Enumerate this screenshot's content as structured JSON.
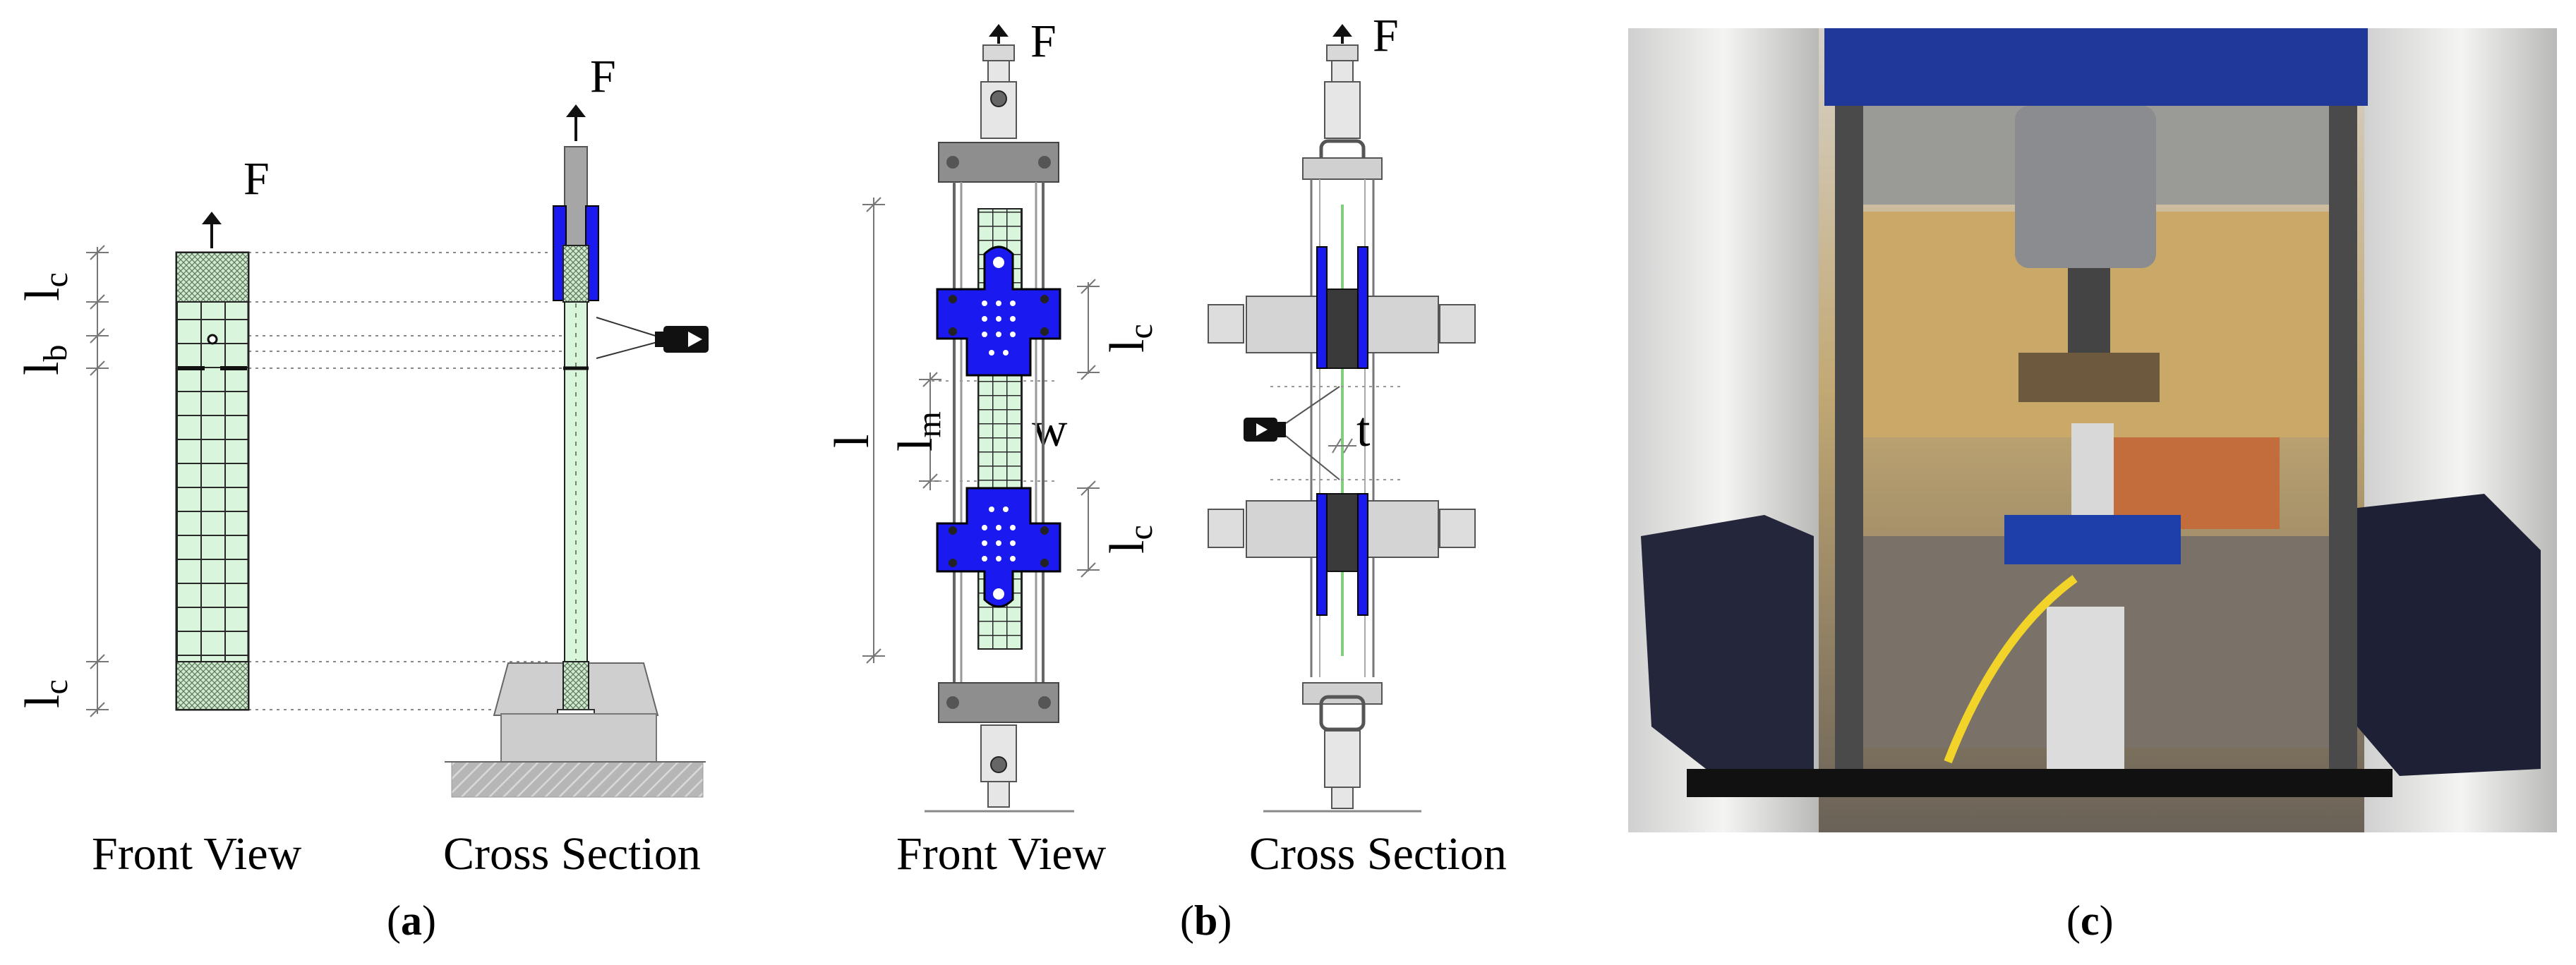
{
  "colors": {
    "fiber_fill": "#d9f5dc",
    "clamp_blue": "#1a1af0",
    "steel_gray": "#a9a9a9",
    "grid_line": "#2a2a2a",
    "photo_beige": "#c9b58a",
    "photo_blue": "#1f3fa8",
    "yellow_cable": "#f2d32a"
  },
  "icons": [
    "camera-icon",
    "arrow-up-icon"
  ],
  "panel_a": {
    "letter": "a",
    "front_view_label": "Front View",
    "cross_section_label": "Cross Section",
    "force_label": "F",
    "dim_lc_top": "l",
    "dim_lc_top_sub": "c",
    "dim_lb": "l",
    "dim_lb_sub": "b",
    "dim_lc_bottom": "l",
    "dim_lc_bottom_sub": "c"
  },
  "panel_b": {
    "letter": "b",
    "front_view_label": "Front View",
    "cross_section_label": "Cross Section",
    "force_label": "F",
    "dim_l": "l",
    "dim_lm": "l",
    "dim_lm_sub": "m",
    "dim_w": "w",
    "dim_t": "t",
    "dim_lc_upper": "l",
    "dim_lc_upper_sub": "c",
    "dim_lc_lower": "l",
    "dim_lc_lower_sub": "c"
  },
  "panel_c": {
    "letter": "c"
  }
}
